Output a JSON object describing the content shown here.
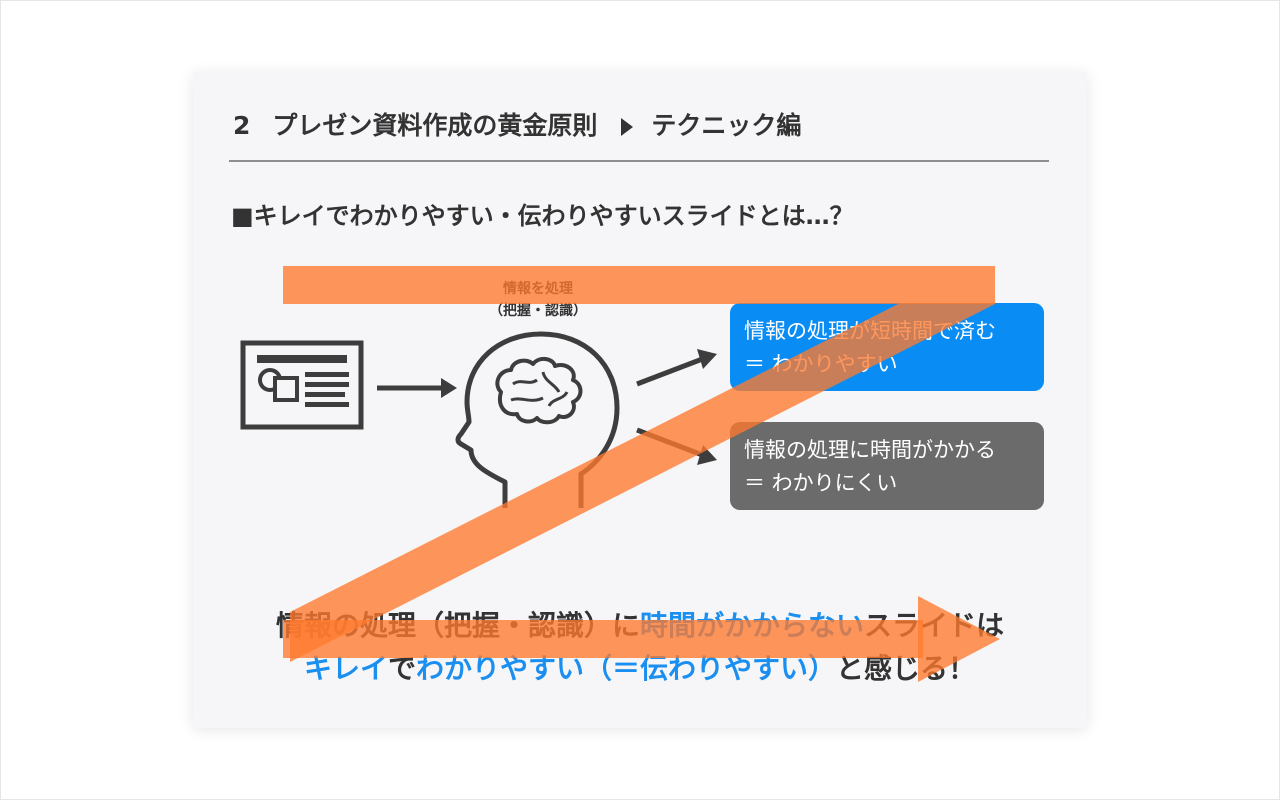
{
  "slide": {
    "header": {
      "number": "2",
      "title": "プレゼン資料作成の黄金原則",
      "subtitle": "テクニック編"
    },
    "question": "■キレイでわかりやすい・伝わりやすいスライドとは…？",
    "diagram": {
      "process_line1": "情報を処理",
      "process_line2": "（把握・認識）",
      "fast_box": {
        "line1": "情報の処理が短時間で済む",
        "line2": "＝ わかりやすい"
      },
      "slow_box": {
        "line1": "情報の処理に時間がかかる",
        "line2": "＝ わかりにくい"
      }
    },
    "summary": {
      "line1_a": "情報の処理（把握・認識）に",
      "line1_b": "時間がかからない",
      "line1_c": "スライドは",
      "line2_a": "キレイ",
      "line2_b": "で",
      "line2_c": "わかりやすい（＝伝わりやすい）",
      "line2_d": "と感じる！"
    }
  },
  "colors": {
    "fast_box": "#0a8cf5",
    "slow_box": "#6b6b6b",
    "highlight_blue": "#1a8ff0",
    "overlay_arrow": "#ff7a2e",
    "text": "#333333"
  },
  "icons": [
    "document-icon",
    "head-brain-icon",
    "arrow-right-icon",
    "arrow-up-right-icon",
    "arrow-down-right-icon",
    "z-pattern-arrow-overlay"
  ]
}
